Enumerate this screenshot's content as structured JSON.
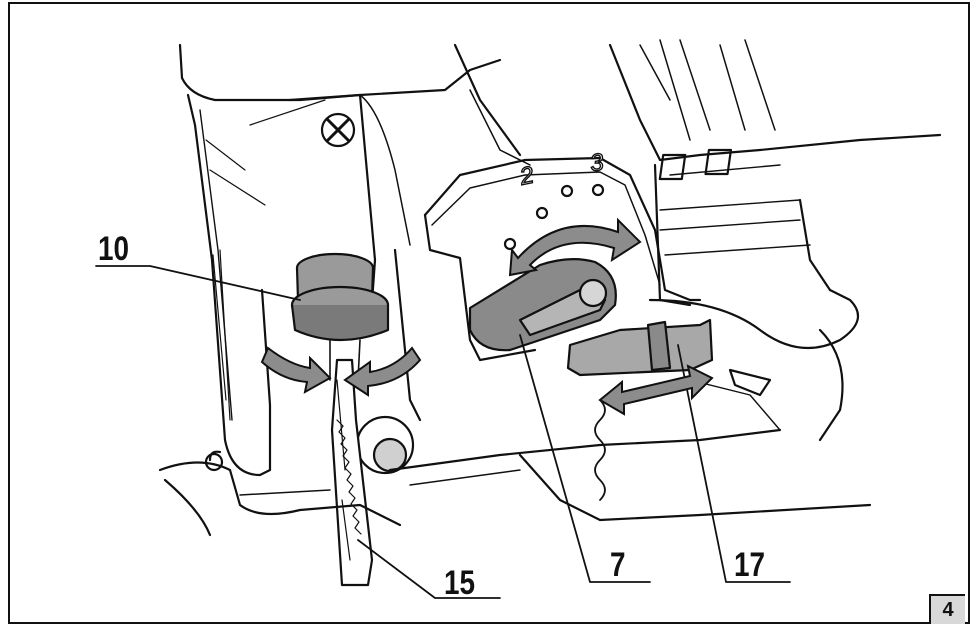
{
  "figure_number": "4",
  "dial_marks": [
    "2",
    "3"
  ],
  "callouts": {
    "blade_clamp": "10",
    "blade": "15",
    "orbital_lever": "7",
    "shoe_lock": "17"
  },
  "colors": {
    "line": "#111111",
    "dark_fill": "#7a7a7a",
    "mid_fill": "#a8a8a8",
    "light_fill": "#d8d8d8",
    "arrow_fill": "#8c8c8c"
  }
}
